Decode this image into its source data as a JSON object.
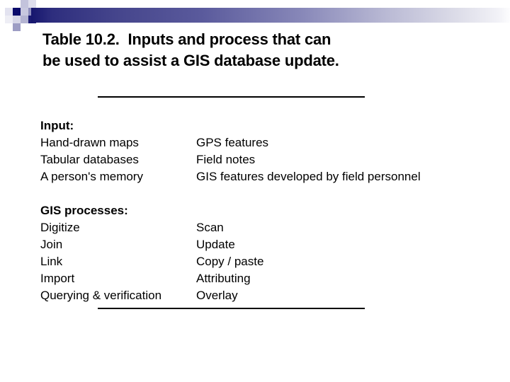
{
  "slide": {
    "title_lines": [
      "Table 10.2.  Inputs and process that can",
      "be used to assist a GIS database update."
    ],
    "decoration": {
      "name": "checkered-gradient-bar",
      "colors": {
        "dark_navy": "#16166e",
        "mid_blue": "#45458c",
        "lavender": "#b9b9d4",
        "pale_lavender": "#d8d8e8",
        "white": "#ffffff"
      }
    },
    "sections": [
      {
        "heading": "Input:",
        "rows": [
          {
            "left": "Hand-drawn maps",
            "right": "GPS features"
          },
          {
            "left": "Tabular databases",
            "right": "Field notes"
          },
          {
            "left": "A person's memory",
            "right": "GIS features developed by field personnel"
          }
        ]
      },
      {
        "heading": "GIS processes:",
        "rows": [
          {
            "left": "Digitize",
            "right": "Scan"
          },
          {
            "left": "Join",
            "right": "Update"
          },
          {
            "left": "Link",
            "right": "Copy / paste"
          },
          {
            "left": "Import",
            "right": "Attributing"
          },
          {
            "left": "Querying & verification",
            "right": "Overlay"
          }
        ]
      }
    ]
  }
}
